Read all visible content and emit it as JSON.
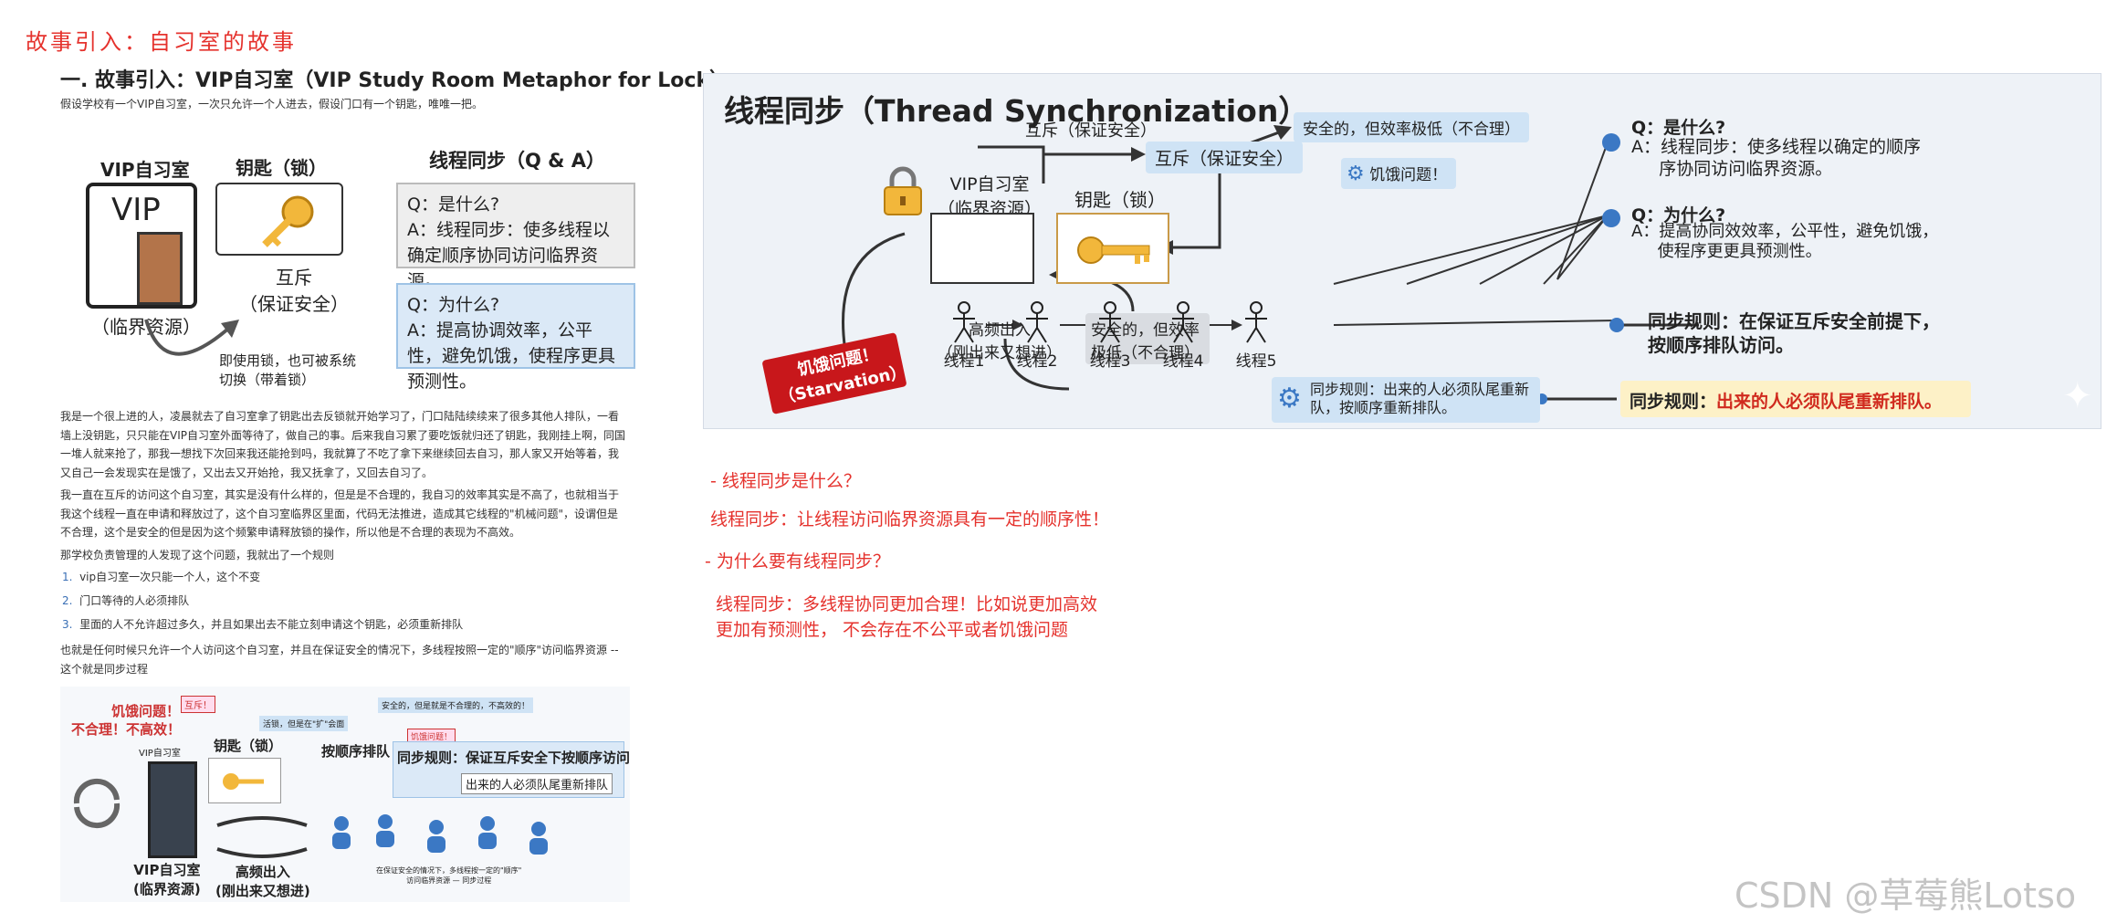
{
  "page_title": "故事引入：自习室的故事",
  "left": {
    "section_title": "一. 故事引入：VIP自习室（VIP Study Room Metaphor for Lock）",
    "intro": "假设学校有一个VIP自习室，一次只允许一个人进去，假设门口有一个钥匙，唯唯一把。",
    "vip_room_label": "VIP自习室",
    "vip_sign": "VIP",
    "critical_resource": "（临界资源）",
    "key_label": "钥匙（锁）",
    "mutex_label": "互斥\n（保证安全）",
    "lock_note": "即使用锁，也可被系统\n切换（带着锁）",
    "qa_title": "线程同步（Q & A）",
    "qa1_q": "Q：是什么?",
    "qa1_a": "A：线程同步：使多线程以确定顺序协同访问临界资源。",
    "qa2_q": "Q：为什么?",
    "qa2_a": "A：提高协调效率，公平性，避免饥饿，使程序更具预测性。",
    "para1": "我是一个很上进的人，凌晨就去了自习室拿了钥匙出去反锁就开始学习了，门口陆陆续续来了很多其他人排队，一看墙上没钥匙，只只能在VIP自习室外面等待了，做自己的事。后来我自习累了要吃饭就归还了钥匙，我刚挂上啊，同国一堆人就来抢了，那我一想找下次回来我还能抢到吗，我就算了不吃了拿下来继续回去自习，那人家又开始等着，我又自己一会发现实在是饿了，又出去又开始抢，我又抚拿了，又回去自习了。",
    "para2": "我一直在互斥的访问这个自习室，其实是没有什么样的，但是是不合理的，我自习的效率其实是不高了，也就相当于我这个线程一直在申请和释放过了，这个自习室临界区里面，代码无法推进，造成其它线程的\"机械问题\"，设谓但是不合理，这个是安全的但是因为这个频繁申请释放锁的操作，所以他是不合理的表现为不高效。",
    "para3": "那学校负责管理的人发现了这个问题，我就出了一个规则",
    "rules": [
      "vip自习室一次只能一个人，这个不变",
      "门口等待的人必须排队",
      "里面的人不允许超过多久，并且如果出去不能立刻申请这个钥匙，必须重新排队"
    ],
    "para4": "也就是任何时候只允许一个人访问这个自习室，并且在保证安全的情况下，多线程按照一定的\"顺序\"访问临界资源 -- 这个就是同步过程",
    "mini": {
      "starvation": "饥饿问题！",
      "unreasonable": "不合理！不高效！",
      "mutex_tag": "互斥！",
      "vip_small": "VIP自习室",
      "key": "钥匙（锁）",
      "hint": "活锁，但是在\"扩\"会面",
      "queue": "按顺序排队",
      "safe_low": "安全的，但是就是不合理的，不高效的！",
      "starve_tag": "饥饿问题！",
      "sync_rule": "同步规则：保证互斥安全下按顺序访问",
      "sync_rule2": "出来的人必须队尾重新排队",
      "room_label": "VIP自习室\n(临界资源)",
      "freq": "高频出入\n(刚出来又想进)",
      "bottom_note": "在保证安全的情况下，多线程按一定的\"顺序\"\n访问临界资源 — 同步过程"
    }
  },
  "diagram": {
    "title": "线程同步（Thread Synchronization）",
    "mutex_top": "互斥（保证安全）",
    "mutex_box": "互斥（保证安全）",
    "safe_low": "安全的，但效率极低（不合理）",
    "starvation_pill": "饥饿问题！",
    "room": "VIP自习室\n（临界资源）",
    "key": "钥匙（锁）",
    "freq": "高频出入\n（刚出来又想进）",
    "safe_low2": "安全的，但效率\n极低（不合理）",
    "starvation_tag": "饥饿问题！\n（Starvation）",
    "threads": [
      "线程1",
      "线程2",
      "线程3",
      "线程4",
      "线程5"
    ],
    "q1": "Q：是什么?",
    "a1": "A：线程同步：使多线程以确定的顺序\n     序协同访问临界资源。",
    "q2": "Q：为什么?",
    "a2": "A：提高协同效效率，公平性，避免饥饿，\n     使程序更更具预测性。",
    "rule_right": "同步规则：在保证互斥安全前提下，\n按顺序排队访问。",
    "rule_bottom": "同步规则：出来的人必须队尾重新\n队，按顺序重新排队。",
    "rule_yellow_prefix": "同步规则：",
    "rule_yellow_red": "出来的人必须队尾重新排队。"
  },
  "notes": {
    "n1": "- 线程同步是什么？",
    "n2": "线程同步：让线程访问临界资源具有一定的顺序性！",
    "n3": "- 为什么要有线程同步？",
    "n4": "线程同步：多线程协同更加合理！比如说更加高效\n更加有预测性， 不会存在不公平或者饥饿问题"
  },
  "watermark": "CSDN @草莓熊Lotso",
  "colors": {
    "red": "#e5322d",
    "blue": "#3a6fb5",
    "pill": "#cfe3f5",
    "yellow": "#fdf1c7"
  }
}
